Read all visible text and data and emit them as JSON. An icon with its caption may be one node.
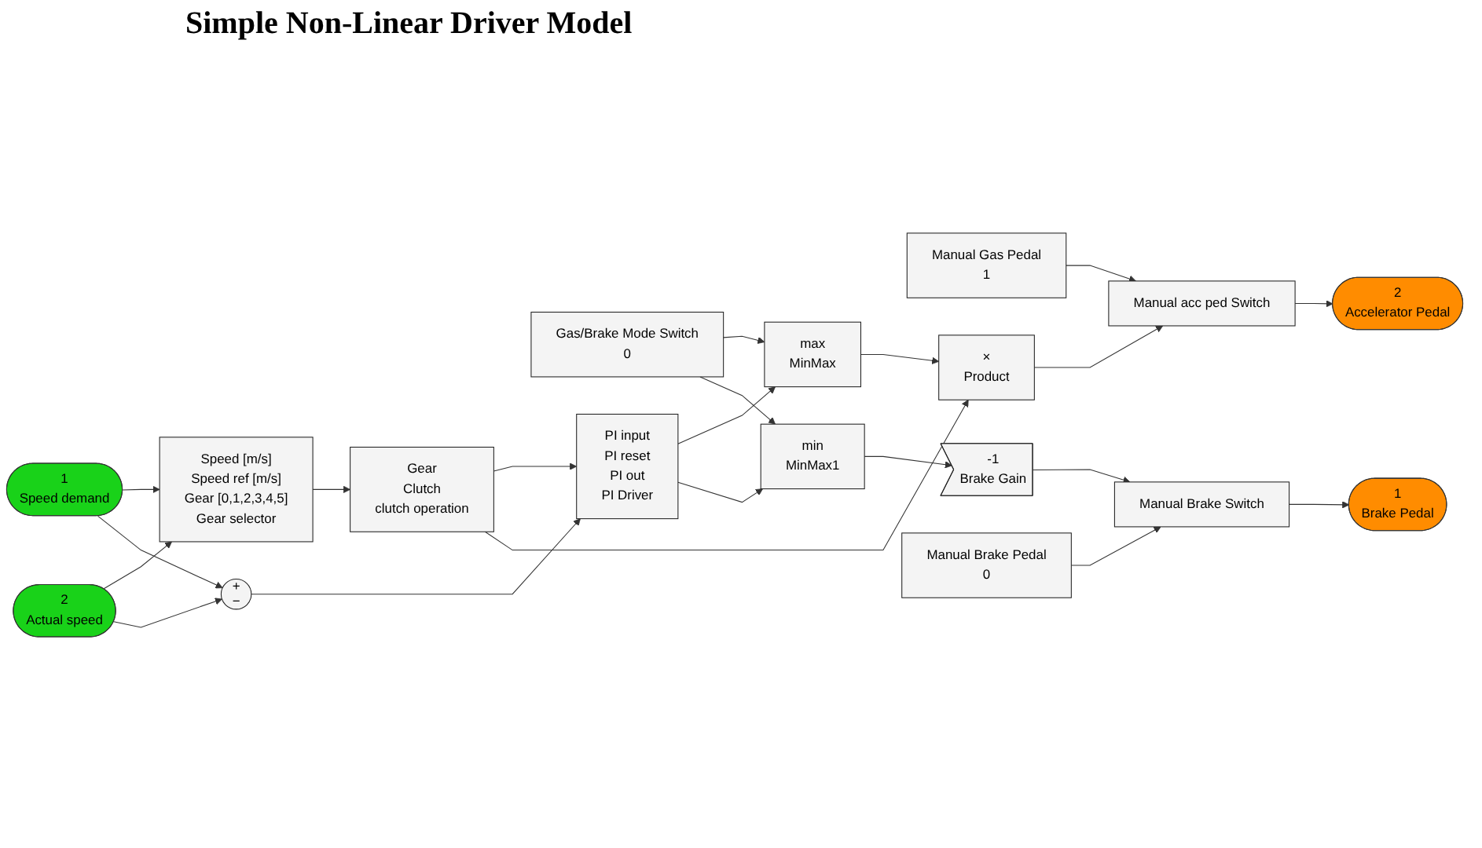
{
  "diagram": {
    "title": "Simple Non-Linear Driver Model",
    "nodes": [
      {
        "text": [
          "Speed [m/s]",
          "Speed ref [m/s]",
          "Gear [0,1,2,3,4,5]",
          "Gear selector"
        ]
      },
      {
        "text": [
          "Gear",
          "Clutch",
          "clutch operation"
        ]
      },
      {
        "text": [
          "1",
          "Speed demand"
        ]
      },
      {
        "text": [
          "+",
          "−"
        ]
      },
      {
        "text": [
          "2",
          "Actual speed"
        ]
      },
      {
        "text": [
          "PI input",
          "PI reset",
          "PI out",
          "PI Driver"
        ]
      },
      {
        "text": [
          "Manual Gas Pedal",
          "1"
        ]
      },
      {
        "text": [
          "Manual acc ped Switch"
        ]
      },
      {
        "text": [
          "×",
          "Product"
        ]
      },
      {
        "text": [
          "2",
          "Accelerator Pedal"
        ]
      },
      {
        "text": [
          "max",
          "MinMax"
        ]
      },
      {
        "text": [
          "Gas/Brake Mode Switch",
          "0"
        ]
      },
      {
        "text": [
          "Manual Brake Pedal",
          "0"
        ]
      },
      {
        "text": [
          "Manual Brake Switch"
        ]
      },
      {
        "text": [
          "min",
          "MinMax1"
        ]
      },
      {
        "text": [
          "-1",
          "Brake Gain"
        ]
      },
      {
        "text": [
          "1",
          "Brake Pedal"
        ]
      }
    ],
    "edges": [
      {
        "from": 4,
        "to": 0,
        "arrow": "to"
      },
      {
        "from": 2,
        "to": 0,
        "arrow": "to"
      },
      {
        "from": 0,
        "to": 1,
        "arrow": "to"
      },
      {
        "from": 2,
        "to": 3,
        "arrow": "to"
      },
      {
        "from": 4,
        "to": 3,
        "arrow": "to"
      },
      {
        "from": 3,
        "to": 5,
        "arrow": "to"
      },
      {
        "from": 1,
        "to": 5,
        "arrow": "to"
      },
      {
        "from": 1,
        "to": 8,
        "arrow": "to"
      },
      {
        "from": 5,
        "to": 10,
        "arrow": "to"
      },
      {
        "from": 11,
        "to": 10,
        "arrow": "to"
      },
      {
        "from": 10,
        "to": 8,
        "arrow": "to"
      },
      {
        "from": 6,
        "to": 7,
        "arrow": "to"
      },
      {
        "from": 8,
        "to": 7,
        "arrow": "to"
      },
      {
        "from": 7,
        "to": 9,
        "arrow": "to"
      },
      {
        "from": 11,
        "to": 14,
        "arrow": "to"
      },
      {
        "from": 5,
        "to": 14,
        "arrow": "to"
      },
      {
        "from": 14,
        "to": 15,
        "arrow": "to"
      },
      {
        "from": 12,
        "to": 13,
        "arrow": "to"
      },
      {
        "from": 15,
        "to": 13,
        "arrow": "to"
      },
      {
        "from": 13,
        "to": 16,
        "arrow": "to"
      }
    ]
  }
}
